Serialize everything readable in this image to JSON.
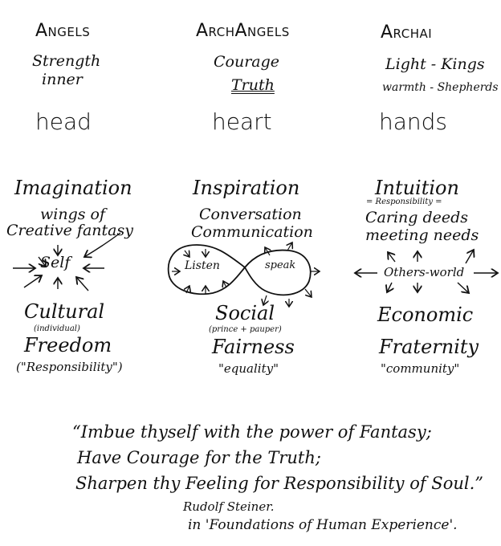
{
  "columns": [
    {
      "being": "Angels",
      "quality": "Strength",
      "quality_sub": "inner",
      "organ": "head",
      "faculty": "Imagination",
      "desc1": "wings of",
      "desc2": "Creative fantasy",
      "center": "Self",
      "sphere": "Cultural",
      "sphere_note": "(individual)",
      "ideal": "Freedom",
      "ideal_note": "(\"Responsibility\")"
    },
    {
      "being": "ArchAngels",
      "quality": "Courage",
      "quality_sub": "Truth",
      "organ": "heart",
      "faculty": "Inspiration",
      "desc1": "Conversation",
      "desc2": "Communication",
      "loop_left": "Listen",
      "loop_right": "speak",
      "sphere": "Social",
      "sphere_note": "(prince + pauper)",
      "ideal": "Fairness",
      "ideal_note": "\"equality\""
    },
    {
      "being": "Archai",
      "quality": "Light - Kings",
      "quality_sub": "warmth - Shepherds",
      "organ": "hands",
      "faculty": "Intuition",
      "note": "= Responsibility =",
      "desc1": "Caring deeds",
      "desc2": "meeting needs",
      "center": "Others-world",
      "sphere": "Economic",
      "ideal": "Fraternity",
      "ideal_note": "\"community\""
    }
  ],
  "quote": {
    "lines": [
      "“Imbue thyself with the power of Fantasy;",
      "Have Courage for the Truth;",
      "Sharpen thy Feeling for Responsibility of Soul.”"
    ],
    "author": "Rudolf Steiner.",
    "source": "in 'Foundations of Human Experience'."
  }
}
